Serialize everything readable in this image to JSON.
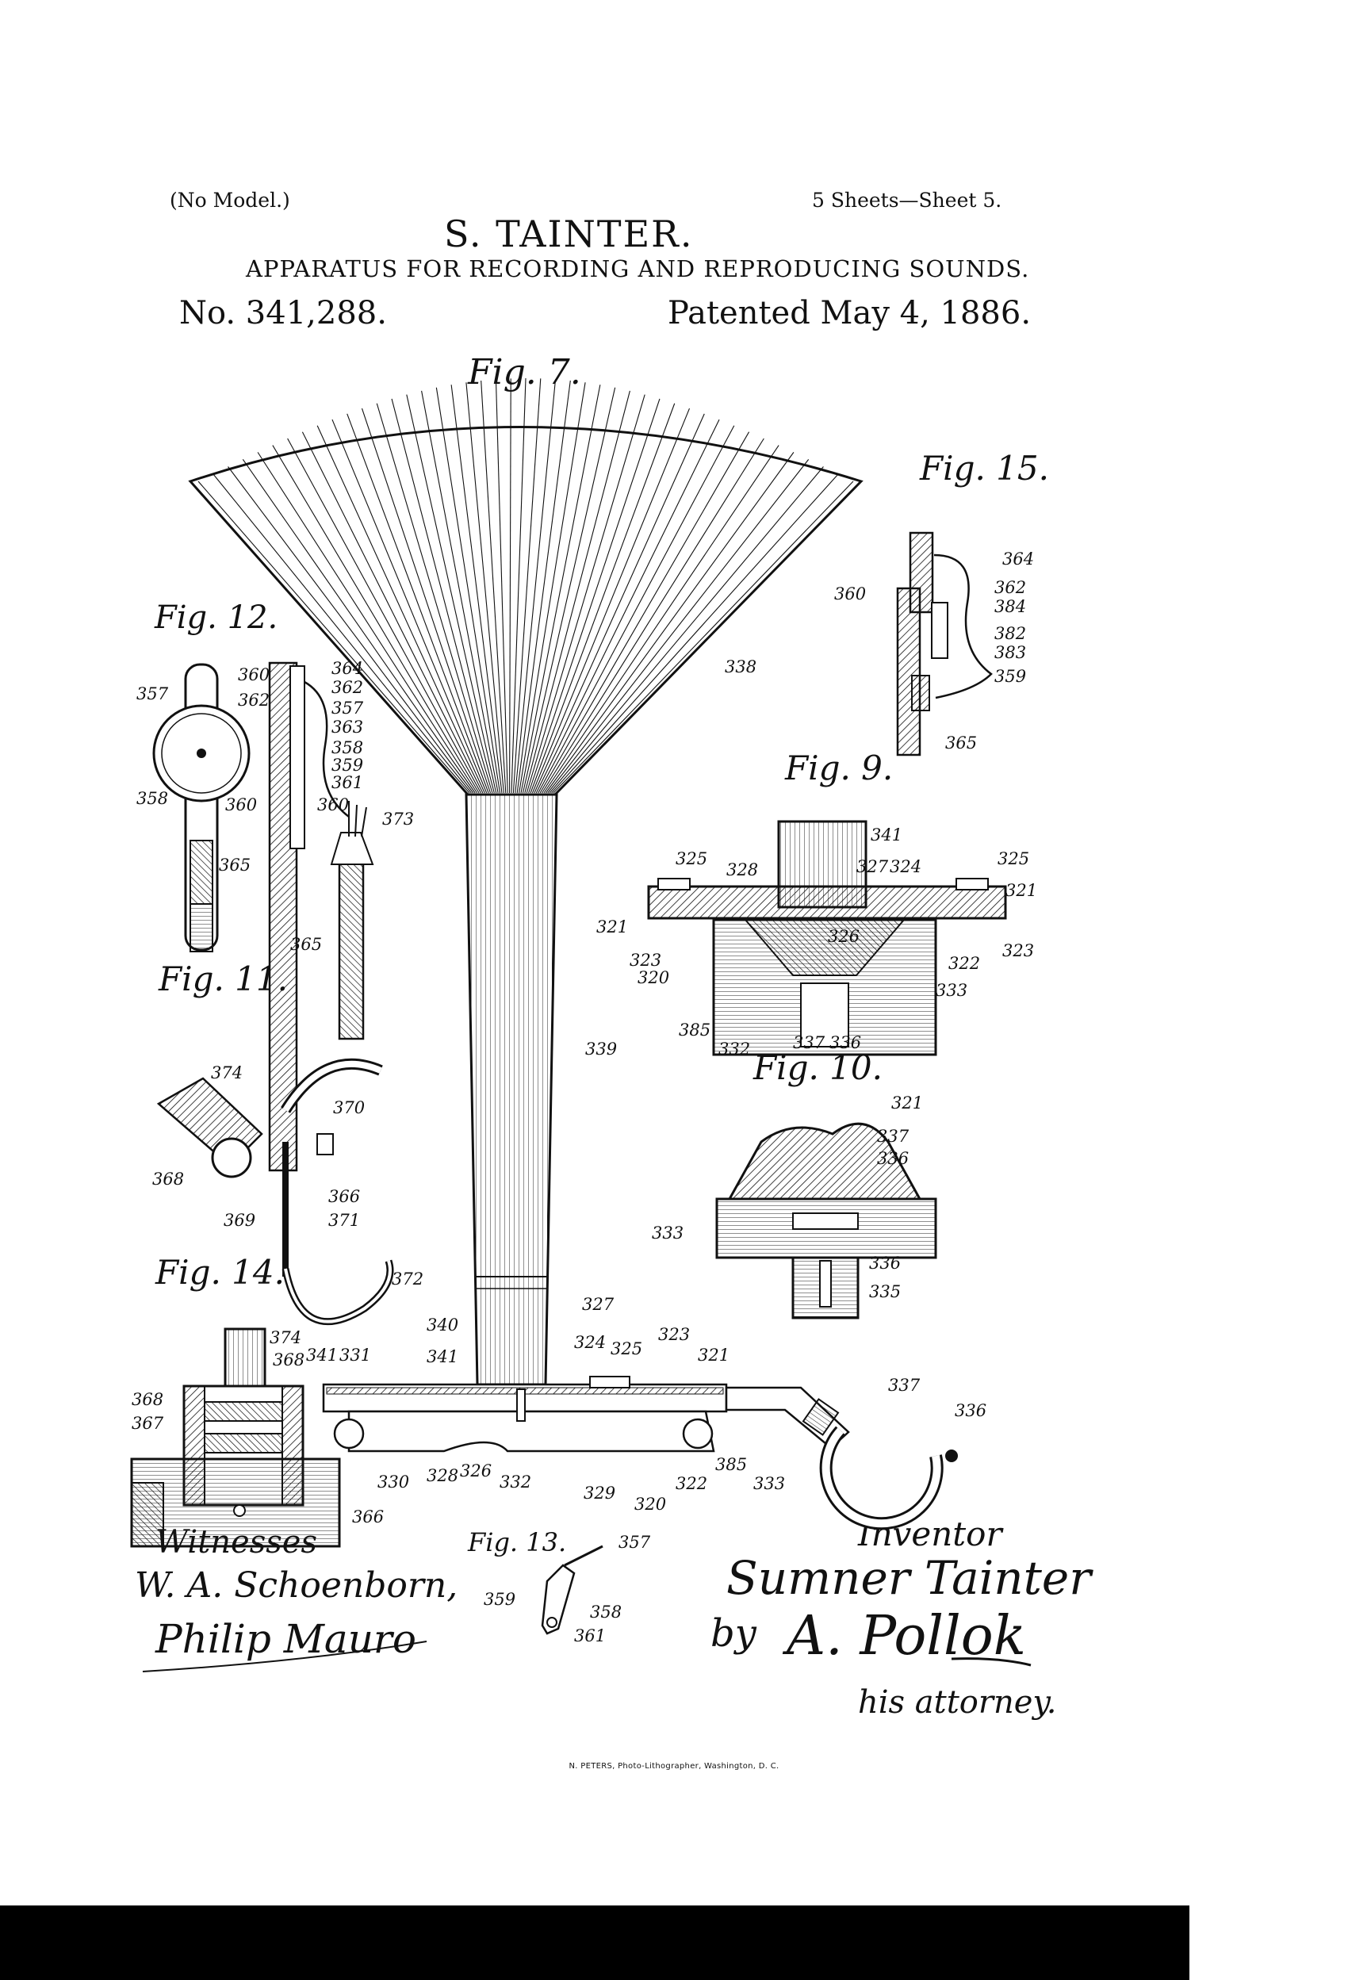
{
  "header": {
    "model": "(No Model.)",
    "sheets": "5 Sheets—Sheet 5.",
    "inventor": "S. TAINTER.",
    "title": "APPARATUS FOR RECORDING AND REPRODUCING SOUNDS.",
    "patent_number": "No. 341,288.",
    "patent_date": "Patented May 4, 1886."
  },
  "figures": {
    "fig7": "Fig. 7.",
    "fig9": "Fig. 9.",
    "fig10": "Fig. 10.",
    "fig11": "Fig. 11.",
    "fig12": "Fig. 12.",
    "fig13": "Fig. 13.",
    "fig14": "Fig. 14.",
    "fig15": "Fig. 15."
  },
  "refs": {
    "r338": "338",
    "r339": "339",
    "r340": "340",
    "r341": "341",
    "f15_364": "364",
    "f15_362": "362",
    "f15_384": "384",
    "f15_382": "382",
    "f15_383": "383",
    "f15_359": "359",
    "f15_360": "360",
    "f15_365": "365",
    "f12_357": "357",
    "f12_360a": "360",
    "f12_362": "362",
    "f12_358": "358",
    "f12_360b": "360",
    "f12_365": "365",
    "f11_364": "364",
    "f11_362": "362",
    "f11_357": "357",
    "f11_363": "363",
    "f11_358": "358",
    "f11_359": "359",
    "f11_361": "361",
    "f11_360": "360",
    "f11_373": "373",
    "f11_365": "365",
    "f11_374": "374",
    "f11_370": "370",
    "f11_368": "368",
    "f11_366": "366",
    "f11_369": "369",
    "f11_371": "371",
    "f11_372": "372",
    "f9_341": "341",
    "f9_325a": "325",
    "f9_328": "328",
    "f9_327": "327",
    "f9_324": "324",
    "f9_325b": "325",
    "f9_321a": "321",
    "f9_321b": "321",
    "f9_326": "326",
    "f9_323a": "323",
    "f9_320": "320",
    "f9_322": "322",
    "f9_323b": "323",
    "f9_333": "333",
    "f9_385": "385",
    "f9_332": "332",
    "f9_337": "337",
    "f9_336": "336",
    "f10_321": "321",
    "f10_337": "337",
    "f10_336a": "336",
    "f10_333": "333",
    "f10_336b": "336",
    "f10_335": "335",
    "f14_374": "374",
    "f14_368a": "368",
    "f14_341": "341",
    "f14_331": "331",
    "f14_368b": "368",
    "f14_367": "367",
    "f14_366": "366",
    "f7_327": "327",
    "f7_324": "324",
    "f7_325": "325",
    "f7_323": "323",
    "f7_321": "321",
    "f7_337": "337",
    "f7_336": "336",
    "f7_330": "330",
    "f7_328": "328",
    "f7_326": "326",
    "f7_332": "332",
    "f7_329": "329",
    "f7_320": "320",
    "f7_322": "322",
    "f7_385": "385",
    "f7_333": "333",
    "f13_357": "357",
    "f13_359": "359",
    "f13_358": "358",
    "f13_361": "361"
  },
  "signatures": {
    "witnesses_label": "Witnesses",
    "witness1": "W. A. Schoenborn,",
    "witness2": "Philip Mauro",
    "inventor_label": "Inventor",
    "inventor_sig": "Sumner Tainter",
    "by": "by",
    "attorney_sig": "A. Pollok",
    "attorney_note": "his attorney."
  },
  "footer": {
    "printer": "N. PETERS, Photo-Lithographer, Washington, D. C."
  }
}
